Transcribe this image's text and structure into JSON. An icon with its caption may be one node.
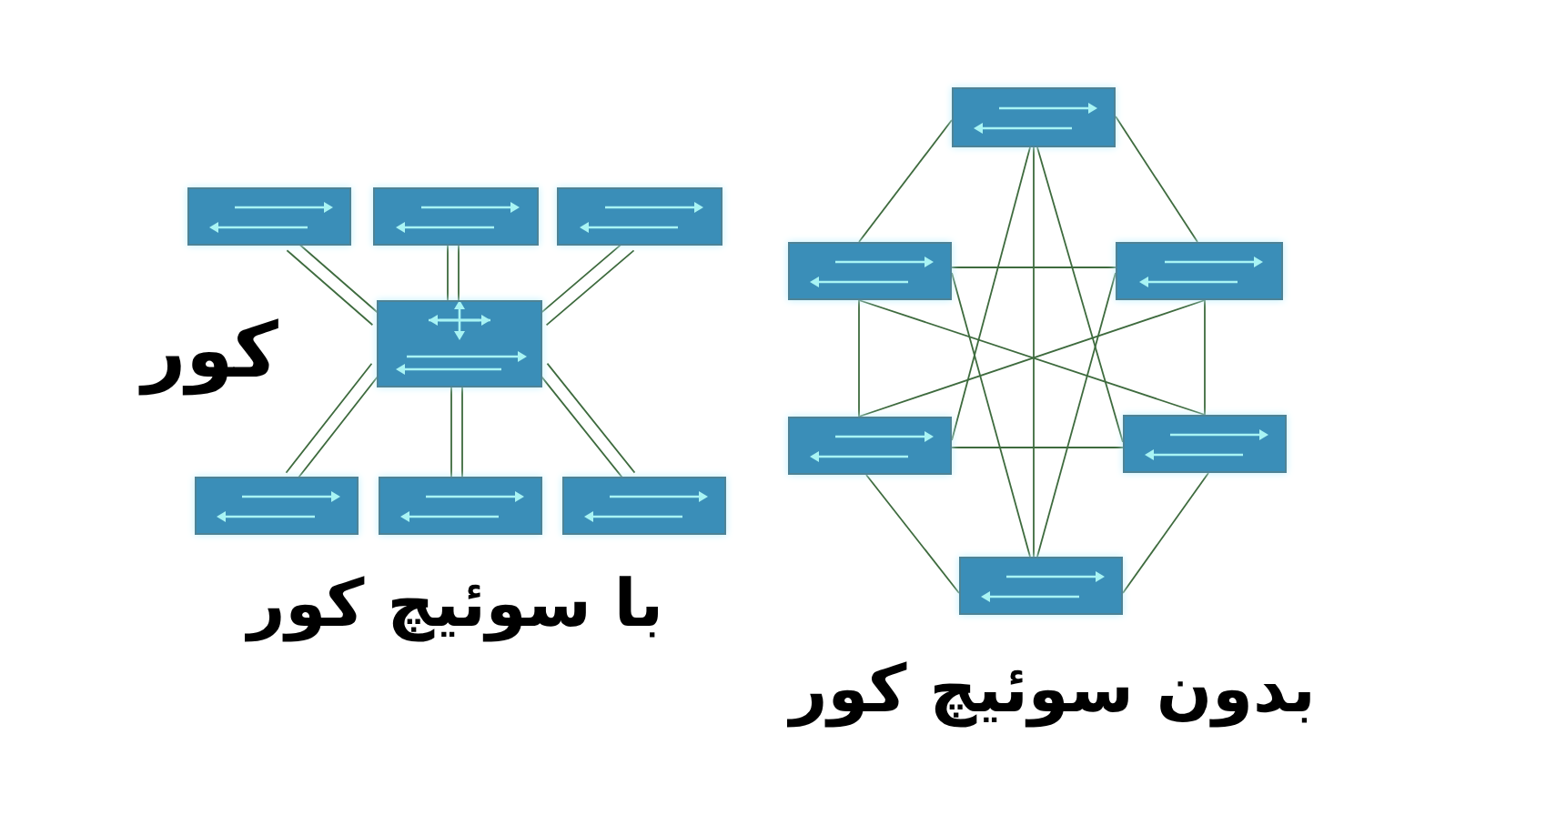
{
  "diagram": {
    "nodes": [
      {
        "text": [],
        "shape": "box"
      },
      {
        "text": [],
        "shape": "box"
      },
      {
        "text": [],
        "shape": "box"
      },
      {
        "text": [],
        "shape": "box",
        "beside": [
          "کور"
        ]
      },
      {
        "text": [],
        "shape": "box"
      },
      {
        "text": [],
        "shape": "box"
      },
      {
        "text": [],
        "shape": "box"
      },
      {
        "text": [],
        "shape": "box"
      },
      {
        "text": [],
        "shape": "box"
      },
      {
        "text": [],
        "shape": "box"
      },
      {
        "text": [],
        "shape": "box"
      },
      {
        "text": [],
        "shape": "box"
      },
      {
        "text": [],
        "shape": "box"
      }
    ],
    "edges": [
      {
        "from": 0,
        "to": 3,
        "arrow": "none"
      },
      {
        "from": 1,
        "to": 3,
        "arrow": "none"
      },
      {
        "from": 2,
        "to": 3,
        "arrow": "none"
      },
      {
        "from": 3,
        "to": 4,
        "arrow": "none"
      },
      {
        "from": 3,
        "to": 5,
        "arrow": "none"
      },
      {
        "from": 3,
        "to": 6,
        "arrow": "none"
      },
      {
        "from": 7,
        "to": 8,
        "arrow": "none"
      },
      {
        "from": 7,
        "to": 9,
        "arrow": "none"
      },
      {
        "from": 7,
        "to": 10,
        "arrow": "none"
      },
      {
        "from": 7,
        "to": 11,
        "arrow": "none"
      },
      {
        "from": 7,
        "to": 12,
        "arrow": "none"
      },
      {
        "from": 8,
        "to": 9,
        "arrow": "none"
      },
      {
        "from": 8,
        "to": 10,
        "arrow": "none"
      },
      {
        "from": 8,
        "to": 11,
        "arrow": "none"
      },
      {
        "from": 8,
        "to": 12,
        "arrow": "none"
      },
      {
        "from": 9,
        "to": 10,
        "arrow": "none"
      },
      {
        "from": 9,
        "to": 11,
        "arrow": "none"
      },
      {
        "from": 9,
        "to": 12,
        "arrow": "none"
      },
      {
        "from": 10,
        "to": 11,
        "arrow": "none"
      },
      {
        "from": 10,
        "to": 12,
        "arrow": "none"
      },
      {
        "from": 11,
        "to": 12,
        "arrow": "none"
      }
    ],
    "labels": [
      "با سوئیچ کور",
      "بدون سوئیچ کور"
    ]
  }
}
